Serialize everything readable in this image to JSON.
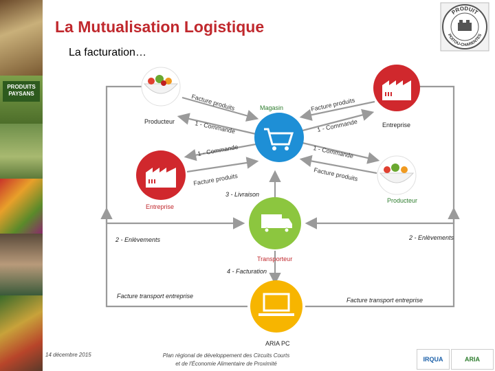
{
  "slide": {
    "title": "La Mutualisation Logistique",
    "subtitle": "La facturation…"
  },
  "logo": {
    "top_text": "PRODUIT",
    "bottom_text": "POITOU-CHARENTES"
  },
  "nodes": {
    "producteur_left": "Producteur",
    "magasin": "Magasin",
    "entreprise_right": "Entreprise",
    "entreprise_left": "Entreprise",
    "producteur_right": "Producteur",
    "transporteur": "Transporteur",
    "aria_pc": "ARIA PC"
  },
  "flows": {
    "facture_produits_top_left": "Facture produits",
    "facture_produits_top_right": "Facture produits",
    "commande_top_left": "1 - Commande",
    "commande_top_right": "1 - Commande",
    "commande_mid_left": "1 - Commande",
    "commande_mid_right": "1 - Commande",
    "facture_produits_mid_left": "Facture produits",
    "facture_produits_mid_right": "Facture produits",
    "livraison": "3 - Livraison",
    "enlevements_left": "2 - Enlèvements",
    "enlevements_right": "2 - Enlèvements",
    "facturation": "4 - Facturation",
    "facture_transport_left": "Facture transport entreprise",
    "facture_transport_right": "Facture transport entreprise"
  },
  "photo_panel": {
    "sign_text": "PRODUITS PAYSANS"
  },
  "footer": {
    "date": "14 décembre 2015",
    "plan_line1": "Plan régional de développement des Circuits Courts",
    "plan_line2": "et de l'Économie Alimentaire de Proximité",
    "partner_iroqua": "IRQUA",
    "partner_aria": "ARIA"
  },
  "colors": {
    "title_red": "#c0282d",
    "node_blue": "#1e8fd6",
    "node_red": "#d0282d",
    "node_green": "#8cc63f",
    "node_yellow": "#f7b500",
    "arrow_gray": "#9a9a9a"
  }
}
